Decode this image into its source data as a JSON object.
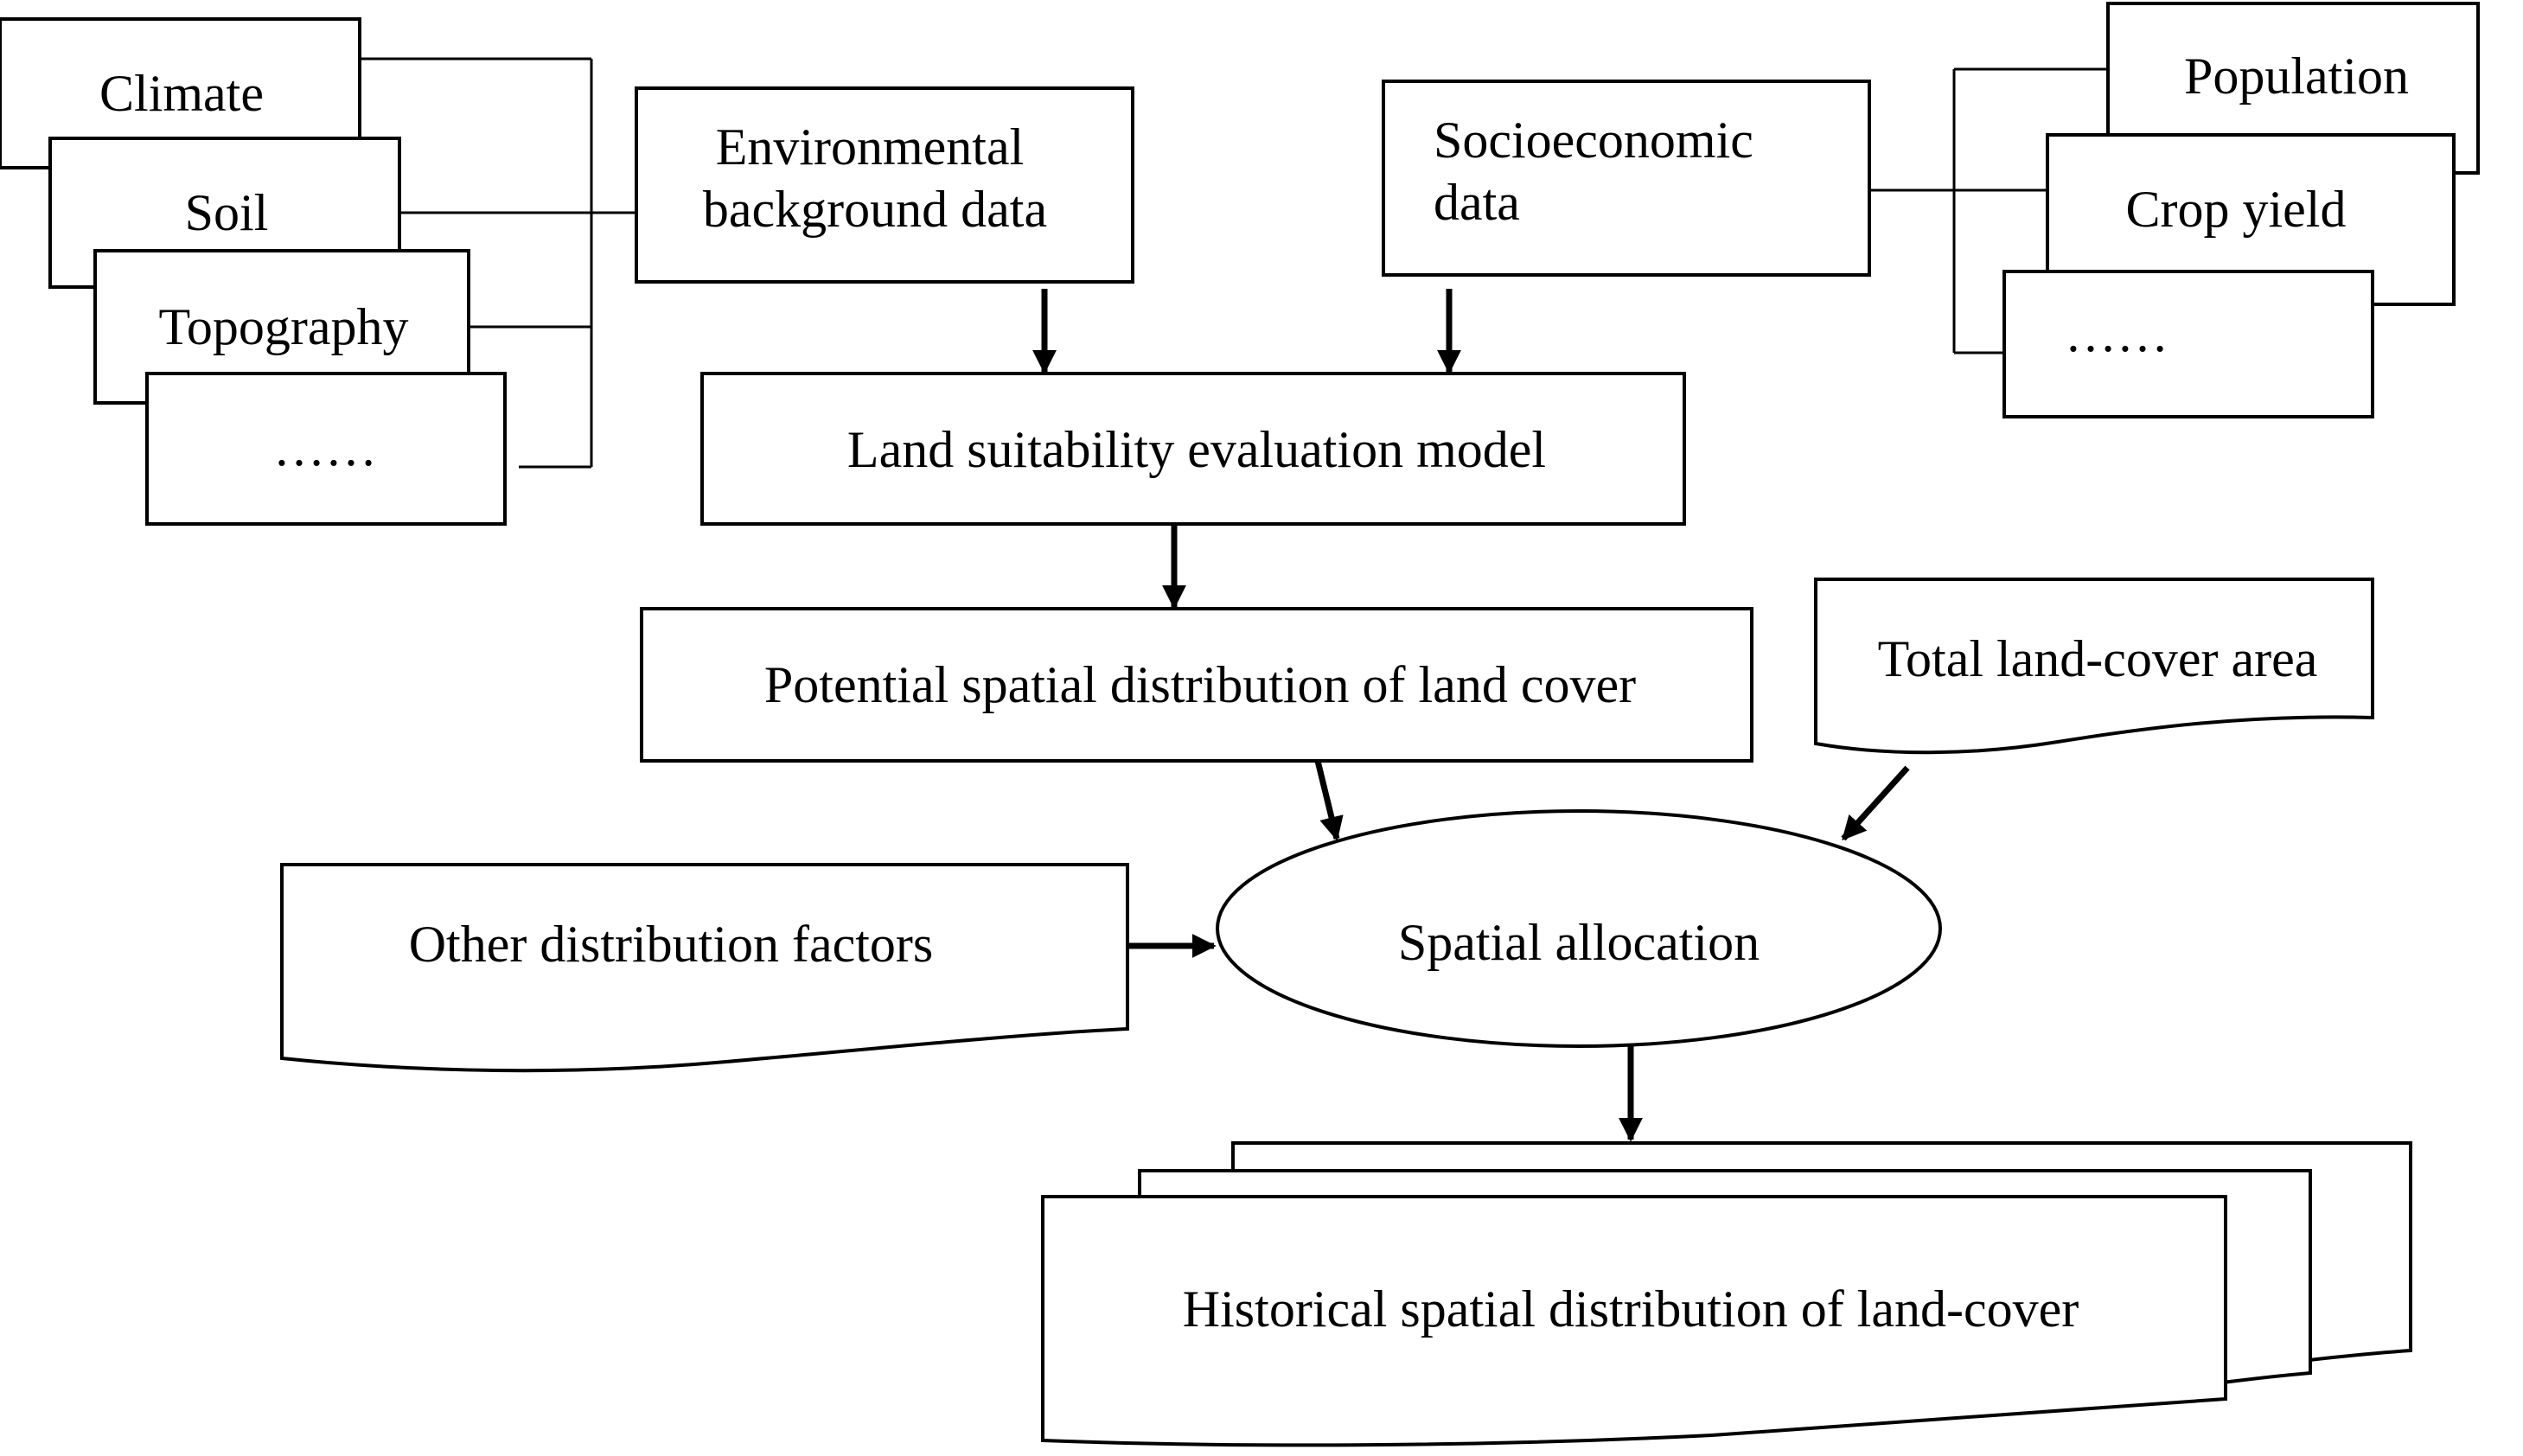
{
  "environmental": {
    "title_line1": "Environmental",
    "title_line2": "background data",
    "inputs": [
      "Climate",
      "Soil",
      "Topography",
      "……"
    ]
  },
  "socioeconomic": {
    "title_line1": "Socioeconomic",
    "title_line2": "data",
    "inputs": [
      "Population",
      "Crop yield",
      "……"
    ]
  },
  "model_label": "Land suitability evaluation model",
  "potential_label": "Potential spatial distribution of land cover",
  "total_area_label": "Total land-cover area",
  "other_factors_label": "Other distribution factors",
  "allocation_label": "Spatial allocation",
  "historical_label": "Historical spatial distribution of land-cover"
}
